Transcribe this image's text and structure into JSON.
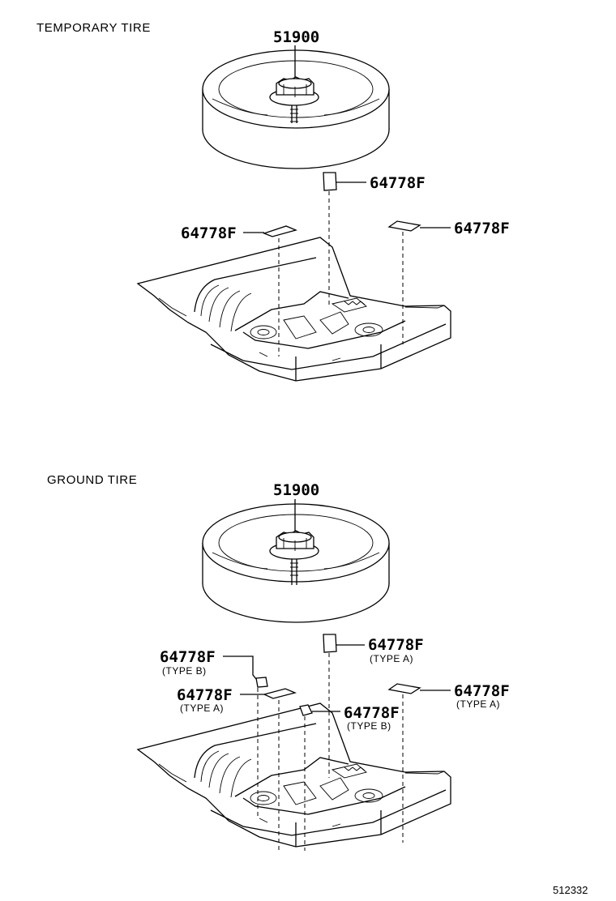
{
  "sections": {
    "temporary": {
      "label": "TEMPORARY TIRE",
      "tire": {
        "part_no": "51900"
      },
      "pad_upper": {
        "part_no": "64778F"
      },
      "pad_left": {
        "part_no": "64778F"
      },
      "pad_right": {
        "part_no": "64778F"
      }
    },
    "ground": {
      "label": "GROUND TIRE",
      "tire": {
        "part_no": "51900"
      },
      "pad_upper": {
        "part_no": "64778F",
        "type": "(TYPE A)"
      },
      "pad_left_b": {
        "part_no": "64778F",
        "type": "(TYPE B)"
      },
      "pad_left_a": {
        "part_no": "64778F",
        "type": "(TYPE A)"
      },
      "pad_center_b": {
        "part_no": "64778F",
        "type": "(TYPE B)"
      },
      "pad_right": {
        "part_no": "64778F",
        "type": "(TYPE A)"
      }
    }
  },
  "diagram_id": "512332"
}
